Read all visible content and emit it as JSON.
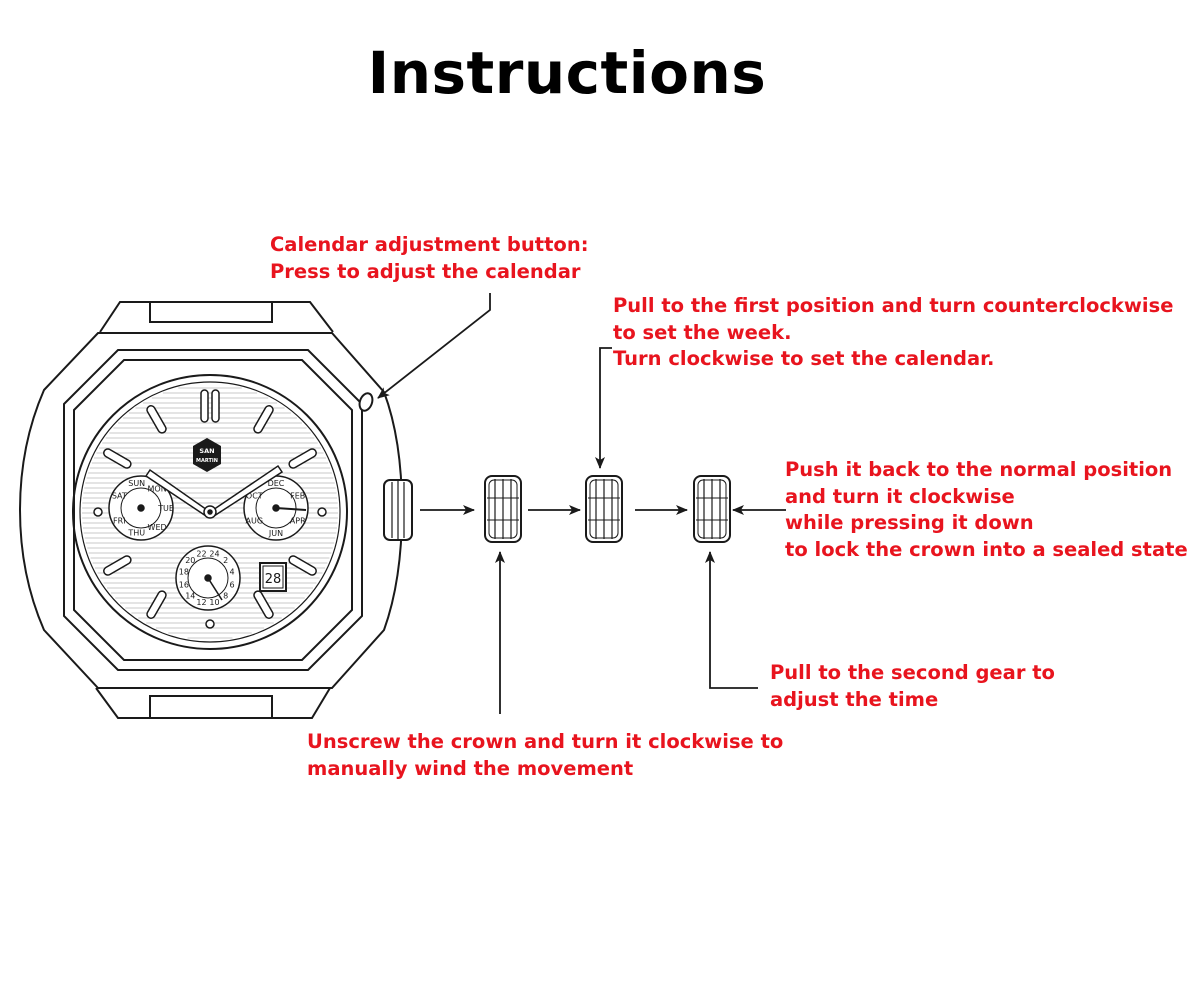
{
  "title": "Instructions",
  "colors": {
    "annotation": "#e8141e",
    "line": "#1a1a1a",
    "background": "#ffffff"
  },
  "brand_logo_text": "SAN MARTIN",
  "dial": {
    "week_labels": [
      "SAT",
      "SUN",
      "MON",
      "TUE",
      "WED",
      "THU",
      "FRI"
    ],
    "month_labels": [
      "OCT",
      "DEC",
      "FEB",
      "APR",
      "JUN",
      "AUG"
    ],
    "hour24_labels": [
      "18",
      "20",
      "22",
      "24",
      "2",
      "4",
      "6",
      "8",
      "10",
      "12",
      "14",
      "16"
    ],
    "date_window": "28"
  },
  "notes": {
    "calendar_button": {
      "lines": [
        "Calendar adjustment button:",
        "Press to adjust the calendar"
      ]
    },
    "first_position": {
      "lines": [
        "Pull to the first position and turn counterclockwise",
        "to set the week.",
        "Turn clockwise to set the calendar."
      ]
    },
    "push_back": {
      "lines": [
        "Push it back to the normal position",
        "and turn it clockwise",
        "while pressing it down",
        "to lock the crown into a sealed state"
      ]
    },
    "second_gear": {
      "lines": [
        "Pull to the second gear to",
        "adjust the time"
      ]
    },
    "unscrew": {
      "lines": [
        "Unscrew the crown and turn it clockwise to",
        "manually wind the movement"
      ]
    }
  }
}
